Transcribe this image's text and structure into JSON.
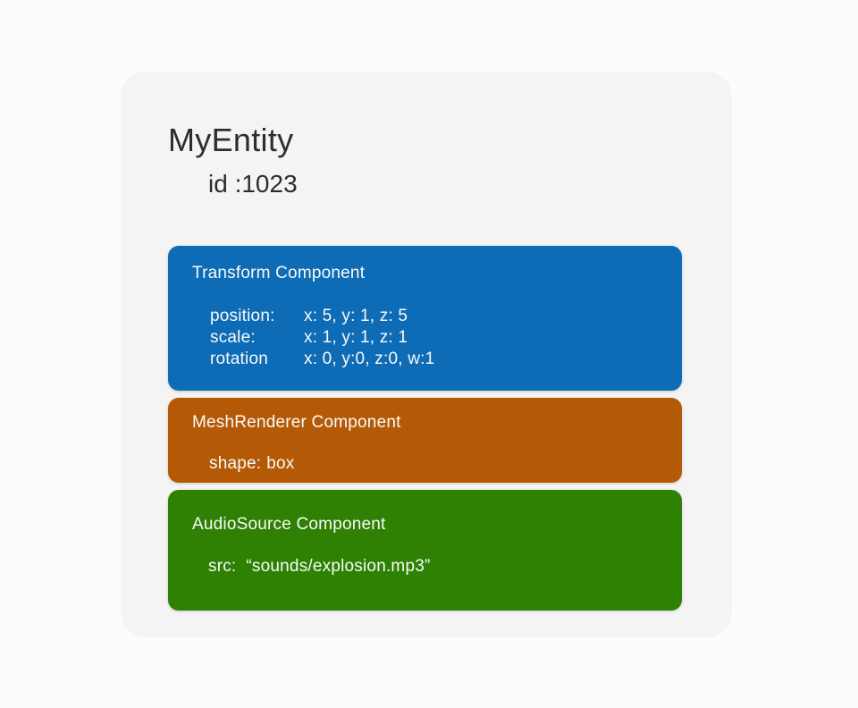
{
  "entity": {
    "name": "MyEntity",
    "id_label": "id :1023"
  },
  "components": [
    {
      "title": "Transform Component",
      "color": "#0d6cb5",
      "rows": [
        {
          "label": "position:",
          "value": "x: 5, y: 1, z: 5"
        },
        {
          "label": "scale:",
          "value": "x: 1, y: 1, z: 1"
        },
        {
          "label": "rotation",
          "value": "x: 0, y:0, z:0, w:1"
        }
      ]
    },
    {
      "title": "MeshRenderer Component",
      "color": "#b45a06",
      "rows": [
        {
          "label": "shape:",
          "value": "box"
        }
      ]
    },
    {
      "title": "AudioSource Component",
      "color": "#2e8103",
      "rows": [
        {
          "label": "src:",
          "value": "“sounds/explosion.mp3”"
        }
      ]
    }
  ],
  "colors": {
    "page_bg": "#fcfcfc",
    "card_bg": "#f5f4f5",
    "heading_text": "#2d2d2d",
    "box_text": "#fafafa"
  }
}
